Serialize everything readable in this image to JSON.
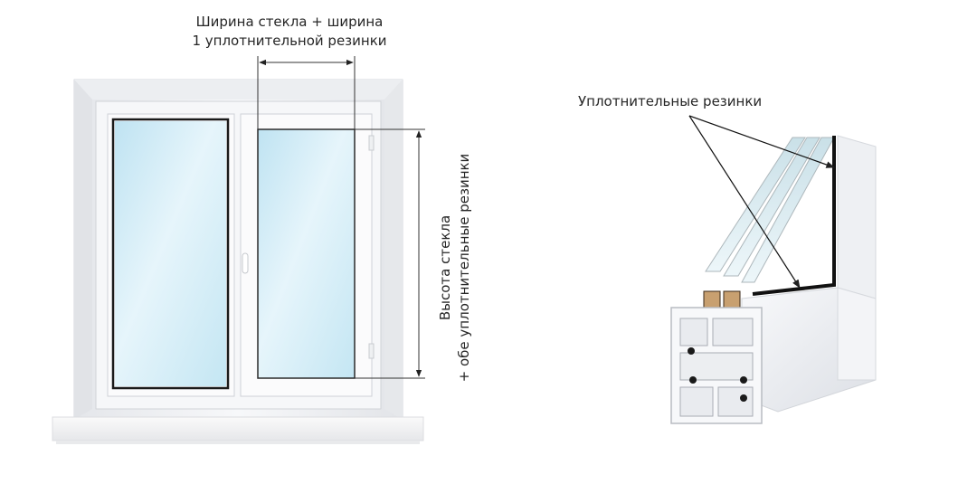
{
  "width_caption": {
    "line1": "Ширина стекла + ширина",
    "line2": "1 уплотнительной резинки"
  },
  "height_caption": {
    "line1": "Высота стекла",
    "line2": "+ обе уплотнительные резинки"
  },
  "seal_caption": "Уплотнительные резинки",
  "colors": {
    "frame": "#f3f4f6",
    "frame_shadow": "#d9dbe0",
    "glass": "#cfeaf5",
    "glass_light": "#eef8fc",
    "seal": "#1a1a1a",
    "dimension_line": "#333333"
  }
}
